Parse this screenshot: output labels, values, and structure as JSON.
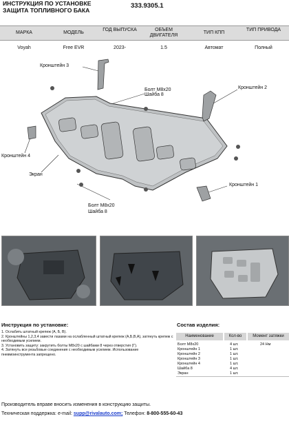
{
  "header": {
    "title_line1": "ИНСТРУКЦИЯ ПО УСТАНОВКЕ",
    "title_line2": "ЗАЩИТА ТОПЛИВНОГО БАКА",
    "code": "333.9305.1"
  },
  "spec_table": {
    "headers": [
      "МАРКА",
      "МОДЕЛЬ",
      "ГОД ВЫПУСКА",
      "ОБЪЕМ ДВИГАТЕЛЯ",
      "ТИП КПП",
      "ТИП ПРИВОДА"
    ],
    "row": [
      "Voyah",
      "Free EVR",
      "2023-",
      "1.5",
      "Автомат",
      "Полный"
    ]
  },
  "diagram_labels": {
    "bracket3": "Кронштейн 3",
    "bracket2": "Кронштейн 2",
    "bracket4": "Кронштейн 4",
    "bracket1": "Кронштейн 1",
    "bolt_top_1": "Болт М8х20",
    "bolt_top_2": "Шайба 8",
    "bolt_bottom_1": "Болт М8х20",
    "bolt_bottom_2": "Шайба 8",
    "screen": "Экран"
  },
  "instructions": {
    "title": "Инструкция по установке:",
    "steps": [
      "1. Ослабить штатный крепеж (А, Б, В).",
      "2. Кронштейны 1,2,3,4 завести лазами на ослабленный штатный крепеж (А,Б,В,А), затянуть крепеж с необходимым усилием.",
      "3. Установить защиту: закрутить болты М8х20 с шайбами 8 через отверстия (Г).",
      "4. Затянуть все резьбовые соединения с необходимым усилием. Использование пневмоинструмента запрещено."
    ]
  },
  "components": {
    "title": "Состав изделия:",
    "headers": [
      "Наименование",
      "Кол-во",
      "Момент затяжки"
    ],
    "rows": [
      {
        "name": "Болт М8х20",
        "qty": "4 шт.",
        "torque": "24 Нм"
      },
      {
        "name": "Кронштейн 1",
        "qty": "1 шт.",
        "torque": ""
      },
      {
        "name": "Кронштейн 2",
        "qty": "1 шт.",
        "torque": ""
      },
      {
        "name": "Кронштейн 3",
        "qty": "1 шт.",
        "torque": ""
      },
      {
        "name": "Кронштейн 4",
        "qty": "1 шт.",
        "torque": ""
      },
      {
        "name": "Шайба 8",
        "qty": "4 шт.",
        "torque": ""
      },
      {
        "name": "Экран",
        "qty": "1 шт.",
        "torque": ""
      }
    ]
  },
  "footer": {
    "notice": "Производитель вправе вносить изменения в конструкцию защиты.",
    "support_prefix": "Техническая поддержка:  e-mail: ",
    "email": "supp@rivalauto.com;",
    "phone_prefix": " Телефон: ",
    "phone": "8-800-555-60-43"
  }
}
